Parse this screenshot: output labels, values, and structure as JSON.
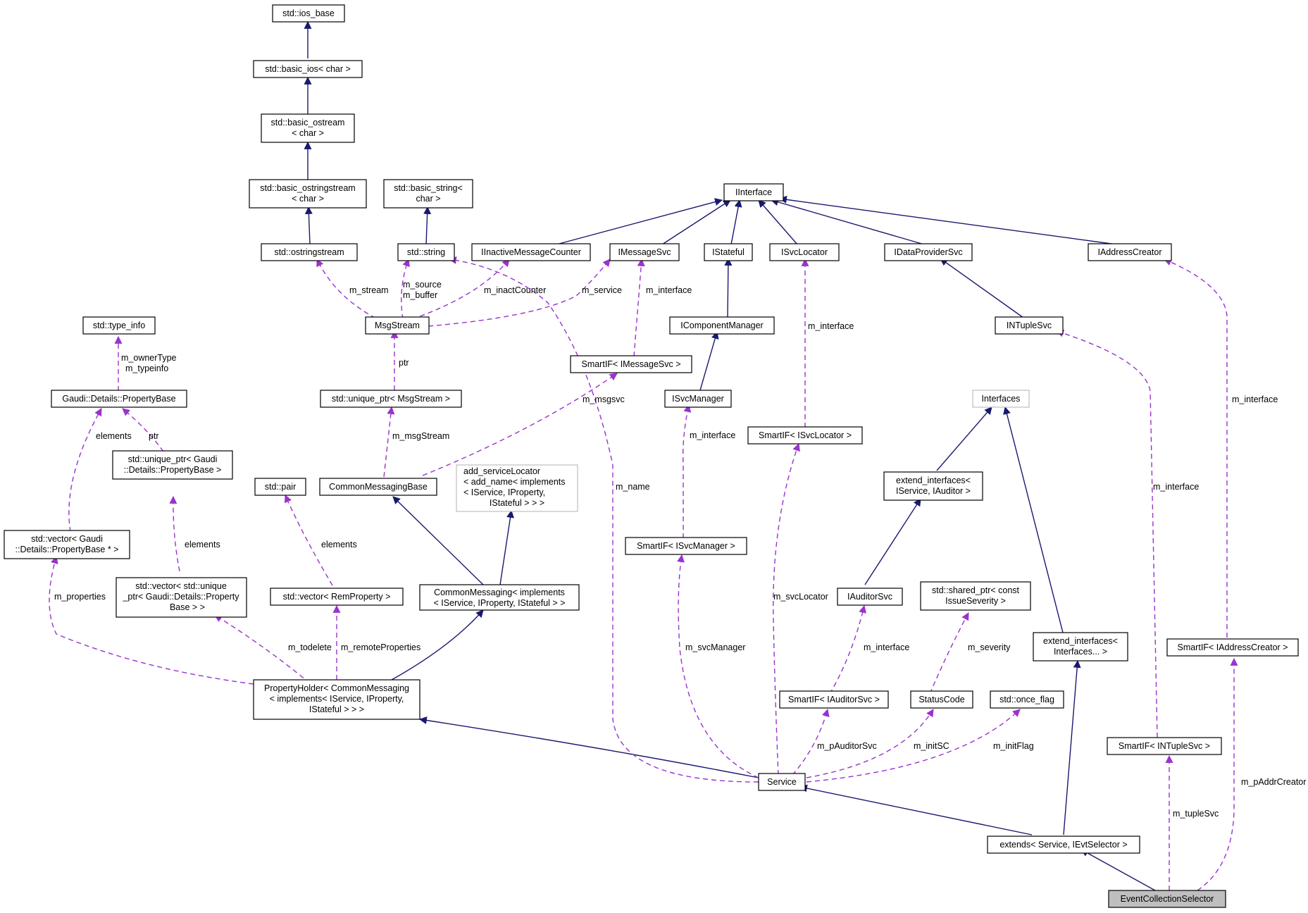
{
  "diagram": {
    "nodes": {
      "ios_base": "std::ios_base",
      "basic_ios": "std::basic_ios< char >",
      "basic_ostream": [
        "std::basic_ostream",
        "< char >"
      ],
      "basic_ostringstream": [
        "std::basic_ostringstream",
        "< char >"
      ],
      "basic_string": [
        "std::basic_string<",
        "char >"
      ],
      "ostringstream": "std::ostringstream",
      "string": "std::string",
      "iinactive": "IInactiveMessageCounter",
      "imessagesvc": "IMessageSvc",
      "iinterface": "IInterface",
      "istateful": "IStateful",
      "isvclocator": "ISvcLocator",
      "idataprovidersvc": "IDataProviderSvc",
      "iaddresscreator": "IAddressCreator",
      "type_info": "std::type_info",
      "msgstream": "MsgStream",
      "icomponentmanager": "IComponentManager",
      "intuplesvc": "INTupleSvc",
      "smartif_imessagesvc": "SmartIF< IMessageSvc >",
      "propertybase": "Gaudi::Details::PropertyBase",
      "unique_ptr_msgstream": "std::unique_ptr< MsgStream >",
      "isvcmanager": "ISvcManager",
      "interfaces": "Interfaces",
      "smartif_isvclocator": "SmartIF< ISvcLocator >",
      "unique_ptr_propertybase": [
        "std::unique_ptr< Gaudi",
        "::Details::PropertyBase >"
      ],
      "std_pair": "std::pair",
      "commonmessagingbase": "CommonMessagingBase",
      "add_servicelocator": [
        "add_serviceLocator",
        "< add_name< implements",
        "< IService, IProperty,",
        "IStateful > > >"
      ],
      "extend_interfaces_iauditor": [
        "extend_interfaces<",
        "IService, IAuditor >"
      ],
      "vector_propertybase_ptr": [
        "std::vector< Gaudi",
        "::Details::PropertyBase * >"
      ],
      "smartif_isvcmanager": "SmartIF< ISvcManager >",
      "vector_unique_ptr": [
        "std::vector< std::unique",
        "_ptr< Gaudi::Details::Property",
        "Base > >"
      ],
      "vector_remproperty": "std::vector< RemProperty >",
      "commonmessaging": [
        "CommonMessaging< implements",
        "< IService, IProperty, IStateful > >"
      ],
      "iauditorsvc": "IAuditorSvc",
      "shared_ptr_issueseverity": [
        "std::shared_ptr< const",
        "IssueSeverity >"
      ],
      "extend_interfaces_interfaces": [
        "extend_interfaces<",
        "Interfaces... >"
      ],
      "smartif_iaddresscreator": "SmartIF< IAddressCreator >",
      "propertyholder": [
        "PropertyHolder< CommonMessaging",
        "< implements< IService, IProperty,",
        "IStateful > > >"
      ],
      "smartif_iauditorsvc": "SmartIF< IAuditorSvc >",
      "statuscode": "StatusCode",
      "once_flag": "std::once_flag",
      "smartif_intuplesvc": "SmartIF< INTupleSvc >",
      "service": "Service",
      "extends": "extends< Service, IEvtSelector >",
      "eventcollectionselector": "EventCollectionSelector"
    },
    "edge_labels": {
      "m_stream": "m_stream",
      "m_source": "m_source",
      "m_buffer": "m_buffer",
      "m_inactCounter": "m_inactCounter",
      "m_service": "m_service",
      "m_interface_msgsvc": "m_interface",
      "m_interface_svclocator": "m_interface",
      "m_interface_addrcreator": "m_interface",
      "m_interface_ntuplesvc": "m_interface",
      "m_interface_svcmanager": "m_interface",
      "m_interface_auditorsvc": "m_interface",
      "m_ownerType": "m_ownerType",
      "m_typeinfo": "m_typeinfo",
      "ptr_msgstream": "ptr",
      "m_msgsvc": "m_msgsvc",
      "elements_propertybase": "elements",
      "ptr_propertybase": "ptr",
      "m_msgStream": "m_msgStream",
      "m_name": "m_name",
      "elements_pair": "elements",
      "elements_unique": "elements",
      "m_properties": "m_properties",
      "m_svcLocator": "m_svcLocator",
      "m_svcManager": "m_svcManager",
      "m_todelete": "m_todelete",
      "m_remoteProperties": "m_remoteProperties",
      "m_severity": "m_severity",
      "m_pAuditorSvc": "m_pAuditorSvc",
      "m_initSC": "m_initSC",
      "m_initFlag": "m_initFlag",
      "m_pAddrCreator": "m_pAddrCreator",
      "m_tupleSvc": "m_tupleSvc"
    },
    "colors": {
      "inheritance": "#191970",
      "usage": "#9a32cd",
      "node_border": "#000000",
      "node_border_unlisted": "#bfbfbf",
      "current_fill": "#bfbfbf"
    }
  }
}
